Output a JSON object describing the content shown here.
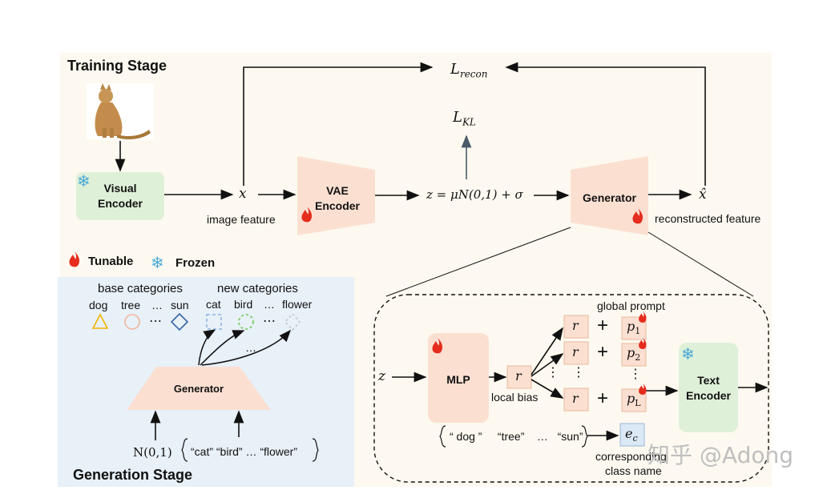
{
  "training": {
    "title": "Training Stage",
    "visual_encoder": "Visual\nEncoder",
    "vae_encoder": "VAE\nEncoder",
    "generator": "Generator",
    "x_symbol": "x",
    "x_hat_symbol": "x̂",
    "image_feature": "image feature",
    "reconstructed_feature": "reconstructed feature",
    "z_formula": "z = μN(0,1) + σ",
    "l_recon": "L",
    "l_recon_sub": "recon",
    "l_kl": "L",
    "l_kl_sub": "KL"
  },
  "legend": {
    "tunable": "Tunable",
    "frozen": "Frozen"
  },
  "generation": {
    "title": "Generation Stage",
    "base_categories": "base categories",
    "new_categories": "new categories",
    "base_items": [
      "dog",
      "tree",
      "…",
      "sun"
    ],
    "new_items": [
      "cat",
      "bird",
      "…",
      "flower"
    ],
    "dots_mid": "⋯",
    "dots_arrow": "…",
    "generator": "Generator",
    "noise": "N(0,1)",
    "class_list": "“cat”  “bird” … “flower”"
  },
  "detail": {
    "z_symbol": "z",
    "mlp": "MLP",
    "r_symbol": "r",
    "local_bias": "local bias",
    "global_prompt": "global prompt",
    "p1": "p",
    "p1_sub": "1",
    "p2": "p",
    "p2_sub": "2",
    "pl": "p",
    "pl_sub": "L",
    "plus": "+",
    "text_encoder": "Text\nEncoder",
    "class_words": "“ dog ”     “tree”    …   “sun”",
    "ec": "e",
    "ec_sub": "c",
    "corresponding": "corresponding",
    "class_name": "class name",
    "vdots": "⋮"
  },
  "watermark": "知乎 @Adong",
  "colors": {
    "training_bg": "#fdf9f0",
    "generation_bg": "#e8f0f8",
    "tunable_box": "#fbe0d2",
    "frozen_box": "#dff0d8",
    "ec_box": "#dbe8f5",
    "base_triangle": "#f2b400",
    "base_circle": "#f0b79e",
    "base_diamond": "#3a66a8",
    "new_square": "#8eb6e0",
    "new_circle": "#7ccc68",
    "new_dotted": "#c8c8c8"
  }
}
